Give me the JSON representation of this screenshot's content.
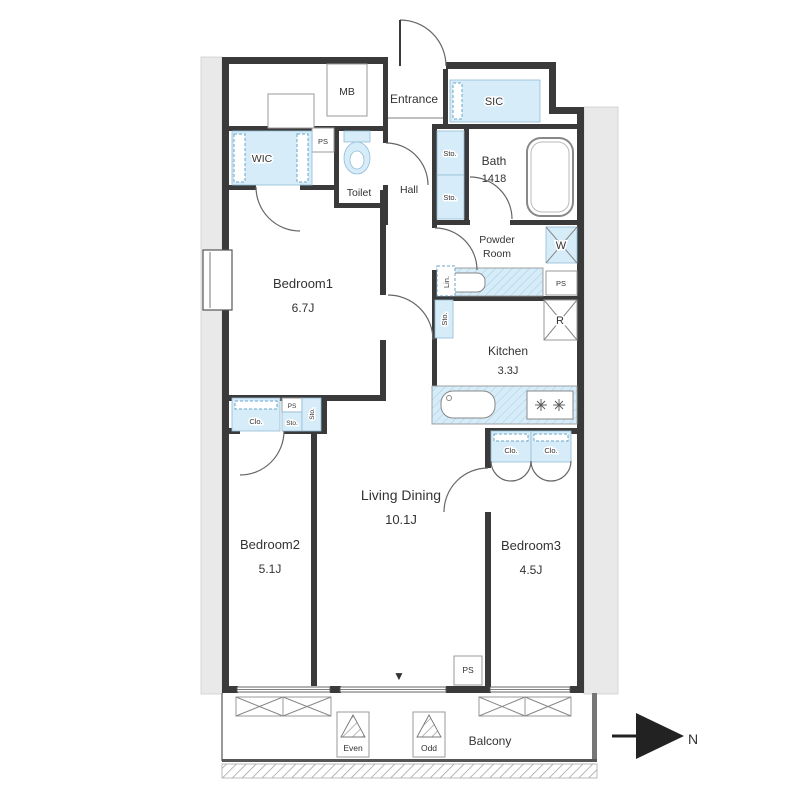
{
  "meta": {
    "type": "apartment-floor-plan"
  },
  "colors": {
    "fixture_blue": "#d6ecf8",
    "wall": "#3a3a3a",
    "outer_gray": "#e9e9e9"
  },
  "rooms": {
    "mb": "MB",
    "entrance": "Entrance",
    "sic": "SIC",
    "wic": "WIC",
    "toilet": "Toilet",
    "hall": "Hall",
    "bath": "Bath",
    "bath_size": "1418",
    "powder1": "Powder",
    "powder2": "Room",
    "kitchen": "Kitchen",
    "kitchen_size": "3.3J",
    "bedroom1": "Bedroom1",
    "bedroom1_size": "6.7J",
    "bedroom2": "Bedroom2",
    "bedroom2_size": "5.1J",
    "bedroom3": "Bedroom3",
    "bedroom3_size": "4.5J",
    "living": "Living Dining",
    "living_size": "10.1J",
    "balcony": "Balcony"
  },
  "fixtures": {
    "washer": "W",
    "fridge": "R",
    "lin": "Lin.",
    "sto": "Sto.",
    "clo": "Clo.",
    "ps": "PS"
  },
  "markers": {
    "even": "Even",
    "odd": "Odd",
    "north": "N",
    "pointer": "▼"
  }
}
